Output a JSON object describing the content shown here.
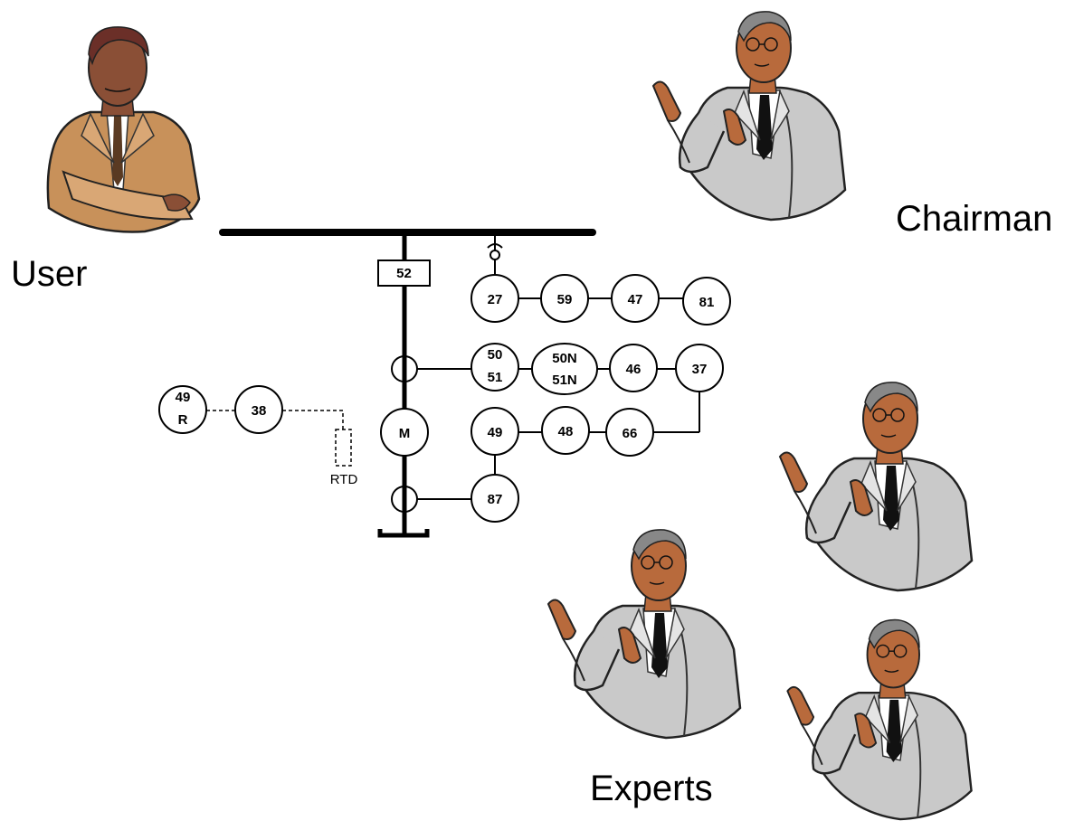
{
  "labels": {
    "user": "User",
    "chairman": "Chairman",
    "experts": "Experts"
  },
  "diagram": {
    "breaker": "52",
    "motor": "M",
    "rtd": "RTD",
    "relays": {
      "r27": "27",
      "r59": "59",
      "r47": "47",
      "r81": "81",
      "r50_51": [
        "50",
        "51"
      ],
      "r50n_51n": [
        "50N",
        "51N"
      ],
      "r46": "46",
      "r37": "37",
      "r49": "49",
      "r48": "48",
      "r66": "66",
      "r87": "87",
      "r38": "38",
      "r49r": [
        "49",
        "R"
      ]
    }
  },
  "figures": {
    "user": "person-with-folded-arms",
    "chairman": "gesturing-presenter",
    "experts": [
      "gesturing-presenter",
      "gesturing-presenter",
      "gesturing-presenter"
    ]
  },
  "colors": {
    "line": "#000000",
    "user_suit": "#c8915a",
    "expert_suit": "#c9c9c9",
    "skin": "#b86a3c"
  }
}
